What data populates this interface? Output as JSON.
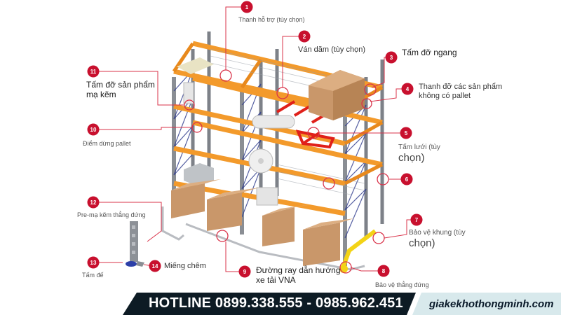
{
  "callouts": [
    {
      "num": "1",
      "text": "Thanh hỗ trợ (tùy chọn)"
    },
    {
      "num": "2",
      "text": "Ván dăm (tùy chọn)"
    },
    {
      "num": "3",
      "text": "Tấm đỡ ngang"
    },
    {
      "num": "4",
      "text_line1": "Thanh đỡ các sản phẩm",
      "text_line2": "không có pallet"
    },
    {
      "num": "5",
      "text_line1": "Tấm lưới (tùy",
      "text_line2": "chọn)"
    },
    {
      "num": "6"
    },
    {
      "num": "7",
      "text_line1": "Bảo vệ khung (tùy",
      "text_line2": "chọn)"
    },
    {
      "num": "8",
      "text": "Bảo vệ thẳng đứng"
    },
    {
      "num": "9",
      "text_line1": "Đường ray dẫn hướng",
      "text_line2": "xe tải VNA"
    },
    {
      "num": "10",
      "text": "Điểm dừng pallet"
    },
    {
      "num": "11",
      "text_line1": "Tấm đỡ sản phẩm",
      "text_line2": "mạ kẽm"
    },
    {
      "num": "12",
      "text": "Pre-mạ kẽm thẳng đứng"
    },
    {
      "num": "13",
      "text": "Tấm đế"
    },
    {
      "num": "14",
      "text": "Miếng chêm"
    }
  ],
  "footer": {
    "hotline": "HOTLINE 0899.338.555 - 0985.962.451",
    "website": "giakekhothongminh.com"
  },
  "colors": {
    "badge": "#c8102e",
    "beam": "#f39a2b",
    "upright": "#7d8188",
    "footer_dark": "#0d1b24",
    "footer_light": "#d8e9ec"
  }
}
